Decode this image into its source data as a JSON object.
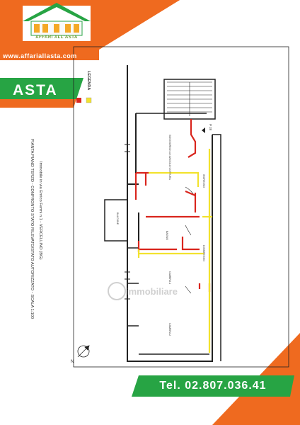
{
  "brand": {
    "logo_text": "AFFARI ALL'ASTA",
    "url": "www.affariallasta.com"
  },
  "badge": {
    "label": "ASTA"
  },
  "contact": {
    "phone": "Tel. 02.807.036.41"
  },
  "plan": {
    "legend_label": "LEGENDA",
    "caption_line1": "Immobile in via Enrico Fermi n.1 - VERCELLINO (BG)",
    "caption_line2": "PIANTA PIANO TERZO - CONFRONTO STATO RILEVATO/STATO AUTORIZZATO - SCALA 1:100",
    "elevation": "P 38",
    "rooms": {
      "soggiorno": "SOGGIORNO con ANGOLO COTTURA",
      "ingresso": "INGRESSO",
      "balcone": "BALCONE",
      "bagno": "BAGNO",
      "disimpegno": "DISIMPEGNO",
      "camera1": "CAMERA 1",
      "camera2": "CAMERA 2"
    },
    "north": "N",
    "watermark": "immobiliare"
  },
  "colors": {
    "orange": "#ef6a1f",
    "green": "#27a444",
    "red_walls": "#d9251d",
    "yellow_walls": "#f2e22e"
  }
}
